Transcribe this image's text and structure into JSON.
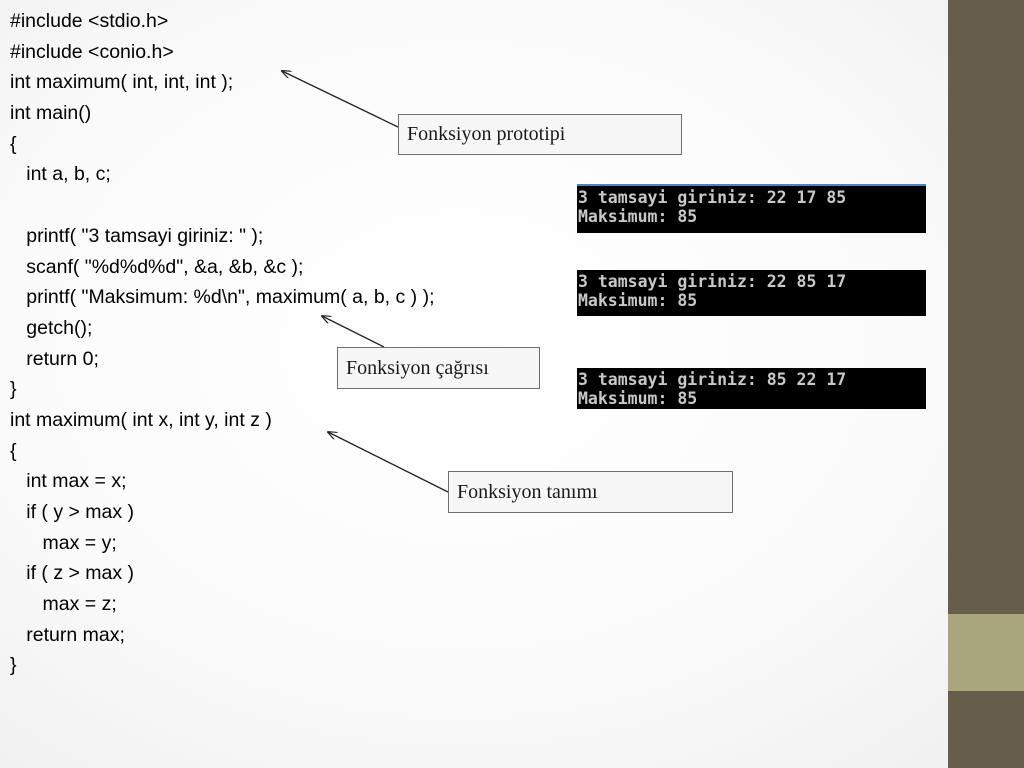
{
  "code_lines": [
    "#include <stdio.h>",
    "#include <conio.h>",
    "int maximum( int, int, int );",
    "int main()",
    "{",
    "   int a, b, c;",
    "",
    "   printf( \"3 tamsayi giriniz: \" );",
    "   scanf( \"%d%d%d\", &a, &b, &c );",
    "   printf( \"Maksimum: %d\\n\", maximum( a, b, c ) );",
    "   getch();",
    "   return 0;",
    "}",
    "int maximum( int x, int y, int z )",
    "{",
    "   int max = x;",
    "   if ( y > max )",
    "      max = y;",
    "   if ( z > max )",
    "      max = z;",
    "   return max;",
    "}"
  ],
  "callouts": {
    "prototype": "Fonksiyon prototipi",
    "call": "Fonksiyon çağrısı",
    "definition": "Fonksiyon tanımı"
  },
  "consoles": [
    {
      "prompt": "3 tamsayi giriniz: 22 17 85",
      "result": "Maksimum: 85"
    },
    {
      "prompt": "3 tamsayi giriniz: 22 85 17",
      "result": "Maksimum: 85"
    },
    {
      "prompt": "3 tamsayi giriniz: 85 22 17",
      "result": "Maksimum: 85"
    }
  ],
  "colors": {
    "side_bar": "#665e4a",
    "side_accent": "#a9a57c",
    "console_bg": "#000000",
    "console_text": "#c8c8c8"
  }
}
